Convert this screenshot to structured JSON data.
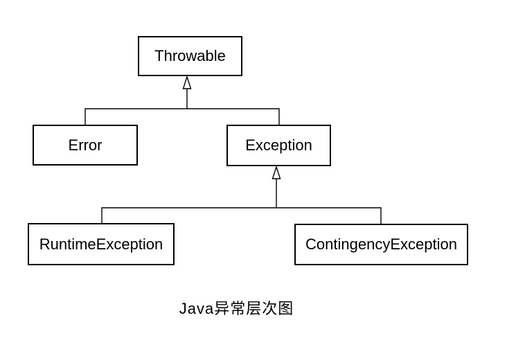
{
  "diagram": {
    "title": "Java异常层次图",
    "type": "uml-class-inheritance-hierarchy",
    "colors": {
      "background": "#ffffff",
      "line": "#000000",
      "box_fill": "#ffffff",
      "text": "#000000"
    },
    "nodes": {
      "throwable": {
        "label": "Throwable"
      },
      "error": {
        "label": "Error"
      },
      "exception": {
        "label": "Exception"
      },
      "runtime_exception": {
        "label": "RuntimeException"
      },
      "contingency_exception": {
        "label": "ContingencyException"
      }
    },
    "edges": [
      {
        "from": "Error",
        "to": "Throwable",
        "type": "generalization"
      },
      {
        "from": "Exception",
        "to": "Throwable",
        "type": "generalization"
      },
      {
        "from": "RuntimeException",
        "to": "Exception",
        "type": "generalization"
      },
      {
        "from": "ContingencyException",
        "to": "Exception",
        "type": "generalization"
      }
    ]
  }
}
